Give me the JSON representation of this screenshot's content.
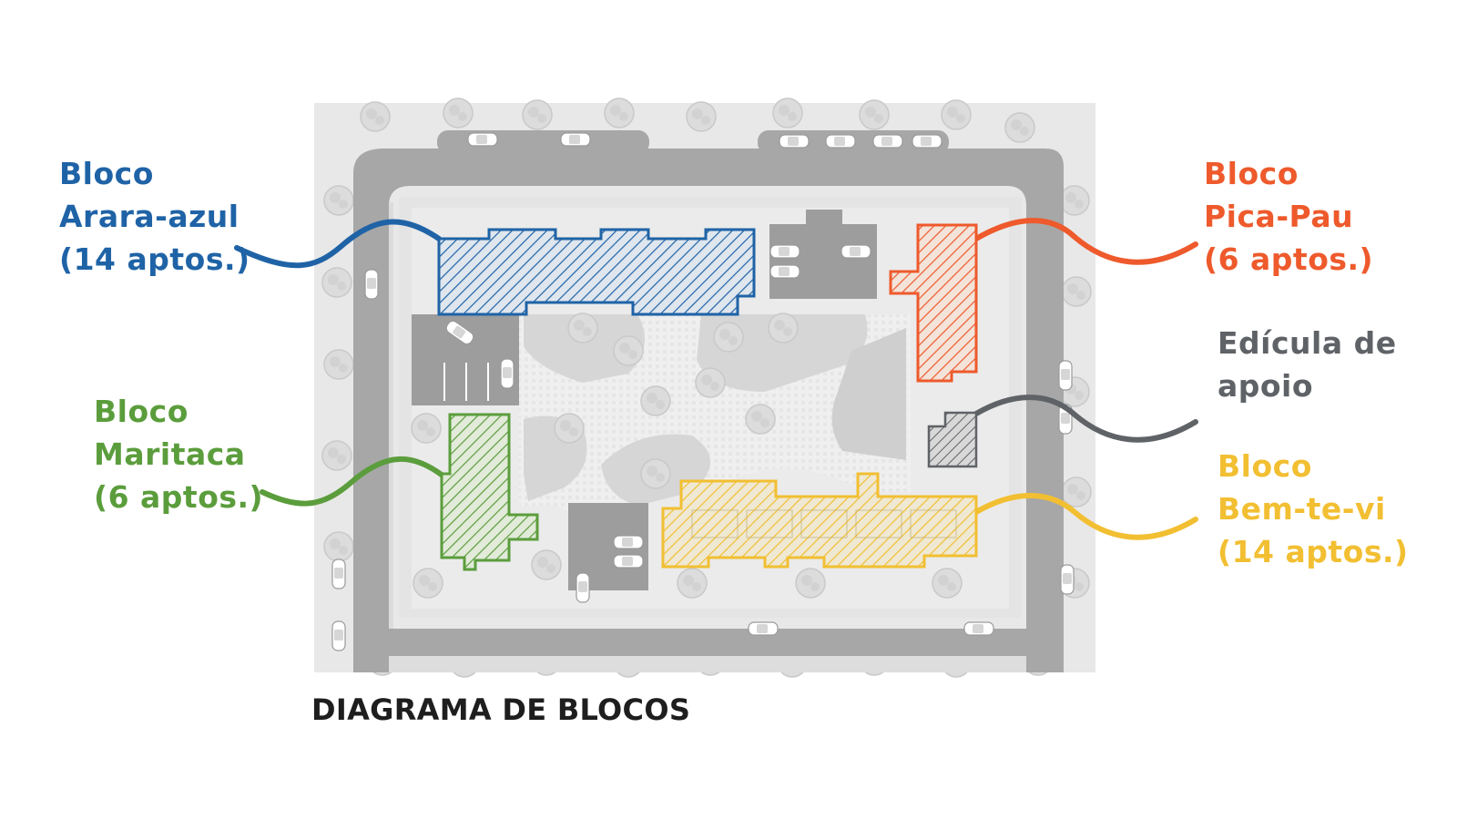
{
  "title": "DIAGRAMA DE BLOCOS",
  "blocks": [
    {
      "id": "arara",
      "lines": [
        "Bloco",
        "Arara-azul",
        "(14 aptos.)"
      ],
      "color": "#1f63a6"
    },
    {
      "id": "picapau",
      "lines": [
        "Bloco",
        "Pica-Pau",
        "(6 aptos.)"
      ],
      "color": "#ee5a2c"
    },
    {
      "id": "edicula",
      "lines": [
        "Edícula de",
        "apoio"
      ],
      "color": "#5f6266"
    },
    {
      "id": "maritaca",
      "lines": [
        "Bloco",
        "Maritaca",
        "(6 aptos.)"
      ],
      "color": "#5b9d3c"
    },
    {
      "id": "bemtevi",
      "lines": [
        "Bloco",
        "Bem-te-vi",
        "(14 aptos.)"
      ],
      "color": "#f2bf32"
    }
  ],
  "icons": {
    "tree": "tree-icon",
    "car": "car-icon"
  }
}
